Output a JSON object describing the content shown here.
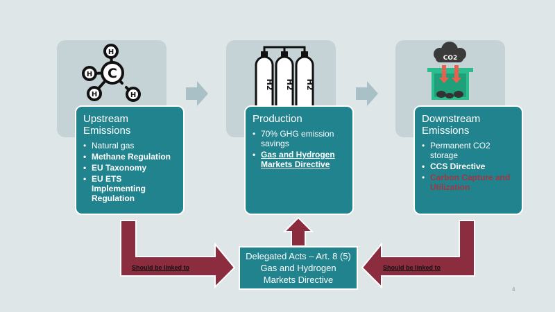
{
  "upstream": {
    "title": "Upstream Emissions",
    "items": [
      "Natural gas",
      "Methane Regulation",
      "EU Taxonomy",
      "EU ETS Implementing Regulation"
    ]
  },
  "production": {
    "title": "Production",
    "items": [
      "70% GHG emission savings",
      "Gas and Hydrogen Markets Directive"
    ]
  },
  "downstream": {
    "title": "Downstream Emissions",
    "items": [
      "Permanent CO2 storage",
      "CCS Directive",
      "Carbon Capture and Utilization"
    ]
  },
  "delegated": {
    "text": "Delegated Acts – Art. 8 (5) Gas and Hydrogen Markets Directive"
  },
  "links": {
    "left": "Should be linked to",
    "right": "Should be linked to"
  },
  "icons": {
    "upstream": "methane-molecule-icon",
    "production": "hydrogen-tanks-icon",
    "downstream": "carbon-storage-icon"
  },
  "icon_text": {
    "methane_center": "C",
    "methane_h": "H",
    "tank_label": "H2",
    "cloud_label": "CO2"
  },
  "colors": {
    "background": "#dfe6e8",
    "card_teal": "#20838e",
    "panel_grey": "#c5d3d6",
    "arrow_maroon": "#8b2c3f",
    "highlight_red": "#a33542",
    "chevron": "#a9c1c6"
  },
  "page_number": "4"
}
